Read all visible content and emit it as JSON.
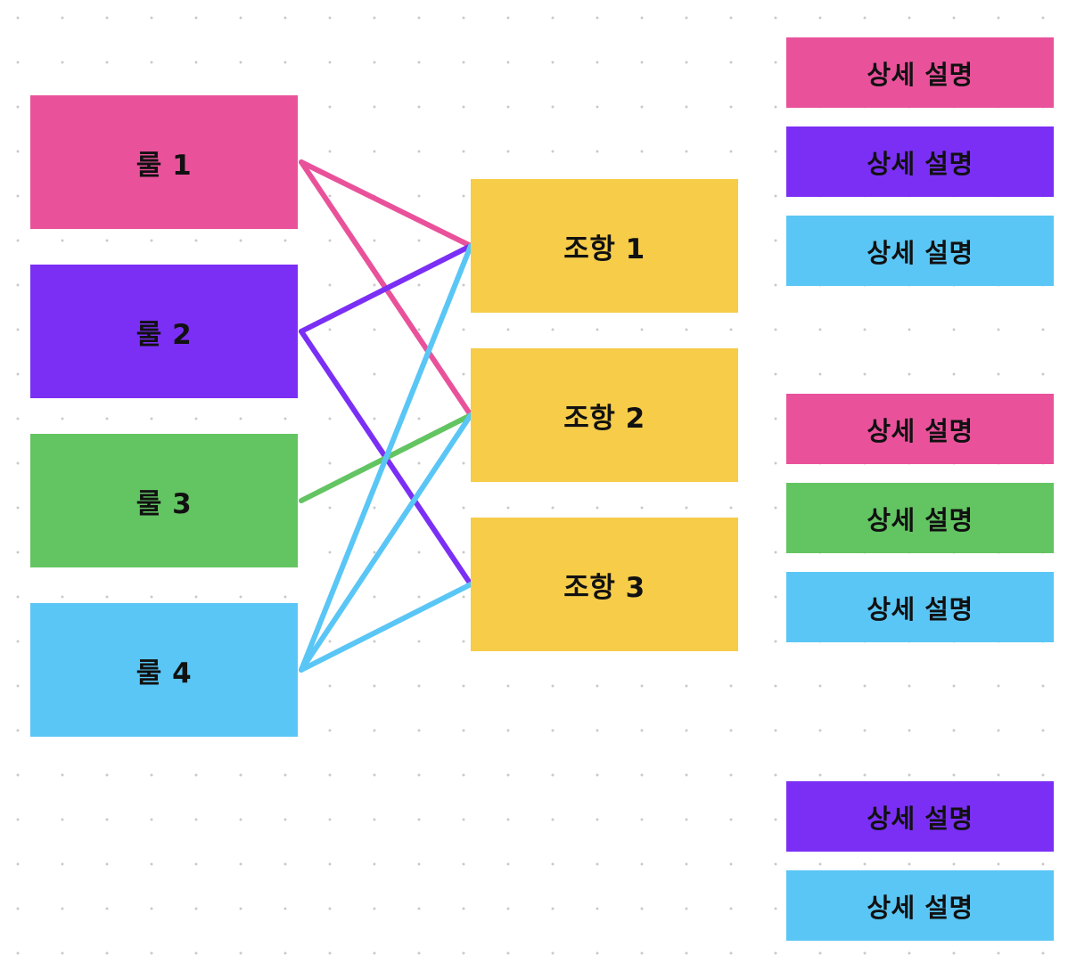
{
  "colors": {
    "pink": "#e9529b",
    "purple": "#7b2ff5",
    "green": "#63c462",
    "blue": "#5ac6f5",
    "yellow": "#f6cc49"
  },
  "rules": [
    {
      "label": "룰 1",
      "color": "#e9529b"
    },
    {
      "label": "룰 2",
      "color": "#7b2ff5"
    },
    {
      "label": "룰 3",
      "color": "#63c462"
    },
    {
      "label": "룰 4",
      "color": "#5ac6f5"
    }
  ],
  "clauses": [
    {
      "label": "조항 1",
      "color": "#f6cc49"
    },
    {
      "label": "조항 2",
      "color": "#f6cc49"
    },
    {
      "label": "조항 3",
      "color": "#f6cc49"
    }
  ],
  "details": [
    {
      "label": "상세 설명",
      "color": "#e9529b"
    },
    {
      "label": "상세 설명",
      "color": "#7b2ff5"
    },
    {
      "label": "상세 설명",
      "color": "#5ac6f5"
    },
    {
      "label": "상세 설명",
      "color": "#e9529b"
    },
    {
      "label": "상세 설명",
      "color": "#63c462"
    },
    {
      "label": "상세 설명",
      "color": "#5ac6f5"
    },
    {
      "label": "상세 설명",
      "color": "#7b2ff5"
    },
    {
      "label": "상세 설명",
      "color": "#5ac6f5"
    }
  ],
  "connections": [
    {
      "rule": 0,
      "clause": 0,
      "color": "#e9529b"
    },
    {
      "rule": 0,
      "clause": 1,
      "color": "#e9529b"
    },
    {
      "rule": 1,
      "clause": 0,
      "color": "#7b2ff5"
    },
    {
      "rule": 1,
      "clause": 2,
      "color": "#7b2ff5"
    },
    {
      "rule": 2,
      "clause": 1,
      "color": "#63c462"
    },
    {
      "rule": 3,
      "clause": 0,
      "color": "#5ac6f5"
    },
    {
      "rule": 3,
      "clause": 1,
      "color": "#5ac6f5"
    },
    {
      "rule": 3,
      "clause": 2,
      "color": "#5ac6f5"
    }
  ]
}
